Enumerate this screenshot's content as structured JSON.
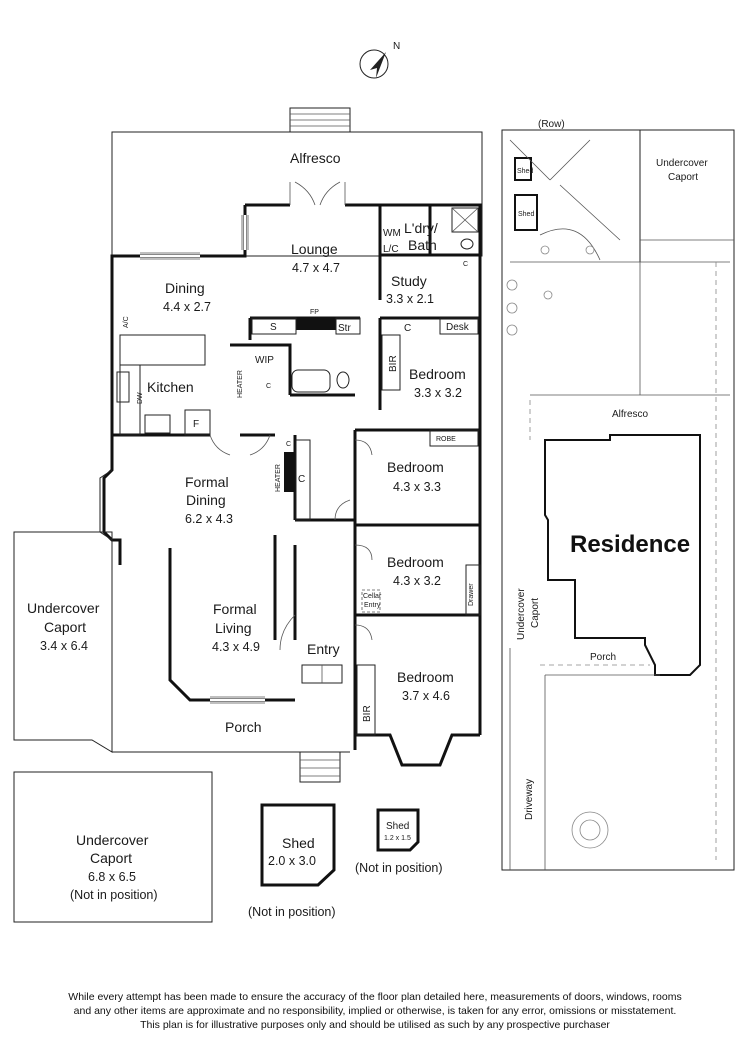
{
  "compass": {
    "north_label": "N"
  },
  "rooms": {
    "alfresco": {
      "name": "Alfresco"
    },
    "lounge": {
      "name": "Lounge",
      "size": "4.7 x 4.7"
    },
    "dining": {
      "name": "Dining",
      "size": "4.4 x 2.7"
    },
    "laundry": {
      "name_line1": "L'dry/",
      "name_line2": "Bath"
    },
    "study": {
      "name": "Study",
      "size": "3.3 x 2.1"
    },
    "kitchen": {
      "name": "Kitchen"
    },
    "bedroom1": {
      "name": "Bedroom",
      "size": "3.3 x 3.2"
    },
    "bedroom2": {
      "name": "Bedroom",
      "size": "4.3 x 3.3"
    },
    "bedroom3": {
      "name": "Bedroom",
      "size": "4.3 x 3.2"
    },
    "bedroom4": {
      "name": "Bedroom",
      "size": "3.7 x 4.6"
    },
    "formal_dining": {
      "name_line1": "Formal",
      "name_line2": "Dining",
      "size": "6.2 x 4.3"
    },
    "formal_living": {
      "name_line1": "Formal",
      "name_line2": "Living",
      "size": "4.3 x 4.9"
    },
    "entry": {
      "name": "Entry"
    },
    "porch": {
      "name": "Porch"
    },
    "carport1": {
      "name_line1": "Undercover",
      "name_line2": "Caport",
      "size": "3.4 x 6.4"
    },
    "carport2": {
      "name_line1": "Undercover",
      "name_line2": "Caport",
      "size": "6.8 x 6.5",
      "note": "(Not in position)"
    },
    "shed1": {
      "name": "Shed",
      "size": "2.0 x 3.0",
      "note": "(Not in position)"
    },
    "shed2": {
      "name": "Shed",
      "size": "1.2 x 1.5",
      "note": "(Not in position)"
    }
  },
  "fixtures": {
    "wm": "WM",
    "lc": "L/C",
    "c": "C",
    "s": "S",
    "fp": "FP",
    "str": "Str",
    "desk": "Desk",
    "bir": "BIR",
    "wip": "WIP",
    "heater": "HEATER",
    "ac": "A/C",
    "dw": "DW",
    "f": "F",
    "robe": "ROBE",
    "cellar_line1": "Cellar",
    "cellar_line2": "Entry",
    "drawer": "Drawer"
  },
  "site_plan": {
    "row": "(Row)",
    "shed": "Shed",
    "carport_top_line1": "Undercover",
    "carport_top_line2": "Caport",
    "alfresco": "Alfresco",
    "residence": "Residence",
    "carport_side_line1": "Undercover",
    "carport_side_line2": "Caport",
    "porch": "Porch",
    "driveway": "Driveway"
  },
  "disclaimer": {
    "line1": "While every attempt has been made to ensure the accuracy of the floor plan detailed here, measurements of doors, windows, rooms",
    "line2": "and any other items are approximate and no responsibility, implied or otherwise, is taken for any error, omissions or misstatement.",
    "line3": "This plan is for illustrative purposes only and should be utilised as such by any prospective purchaser"
  }
}
